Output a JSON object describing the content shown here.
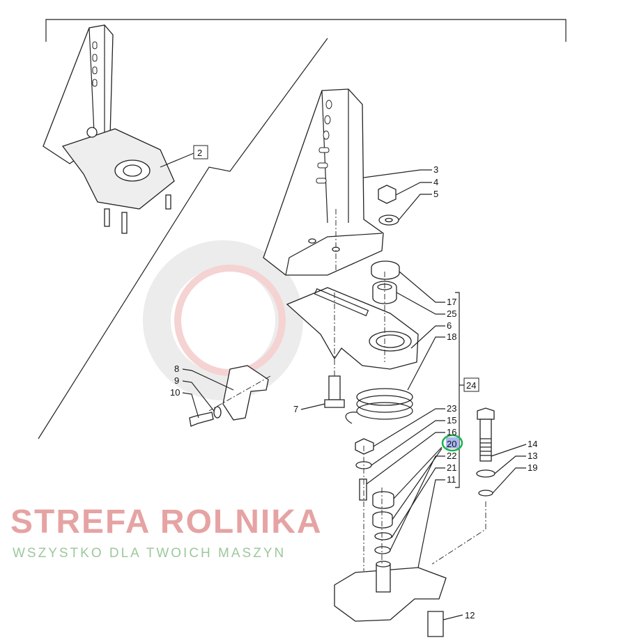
{
  "watermark": {
    "title": "STREFA ROLNIKA",
    "subtitle": "WSZYSTKO DLA TWOICH MASZYN"
  },
  "callouts": {
    "c2": "2",
    "c3": "3",
    "c4": "4",
    "c5": "5",
    "c6": "6",
    "c7": "7",
    "c8": "8",
    "c9": "9",
    "c10": "10",
    "c11": "11",
    "c12": "12",
    "c13": "13",
    "c14": "14",
    "c15": "15",
    "c16": "16",
    "c17": "17",
    "c18": "18",
    "c19": "19",
    "c20": "20",
    "c21": "21",
    "c22": "22",
    "c23": "23",
    "c24": "24",
    "c25": "25"
  },
  "highlight": {
    "label": "20",
    "fill": "#a9b8f0",
    "ring": "#1db34a"
  }
}
